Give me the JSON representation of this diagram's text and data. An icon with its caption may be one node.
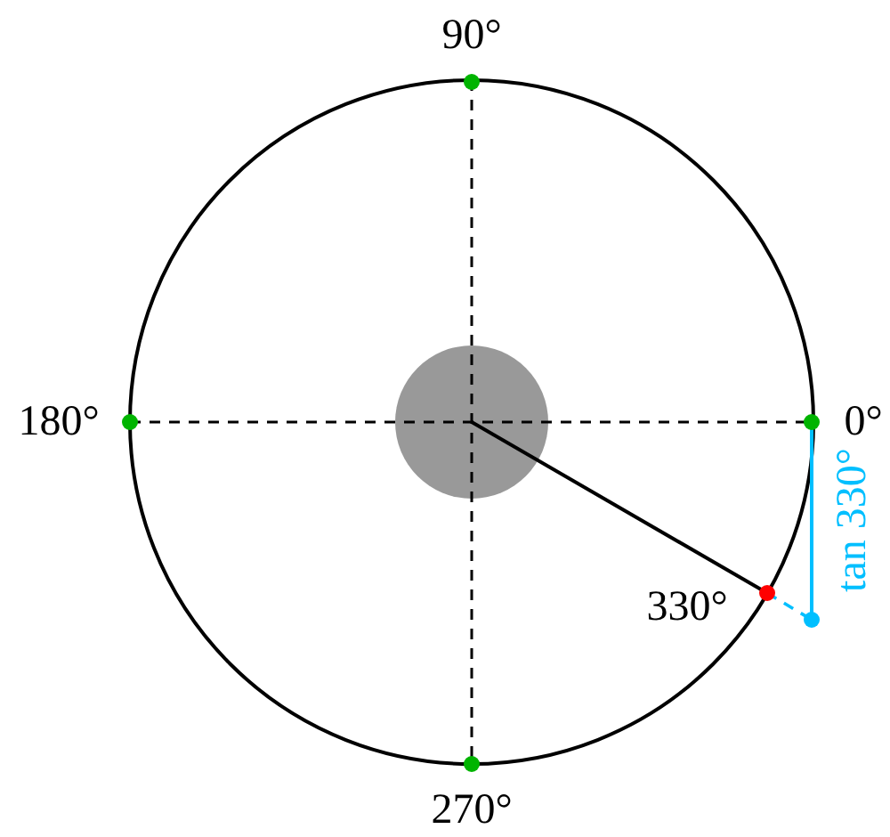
{
  "diagram": {
    "labels": [
      "90°",
      "180°",
      "0°",
      "330°",
      "tan 330°",
      "270°"
    ]
  }
}
